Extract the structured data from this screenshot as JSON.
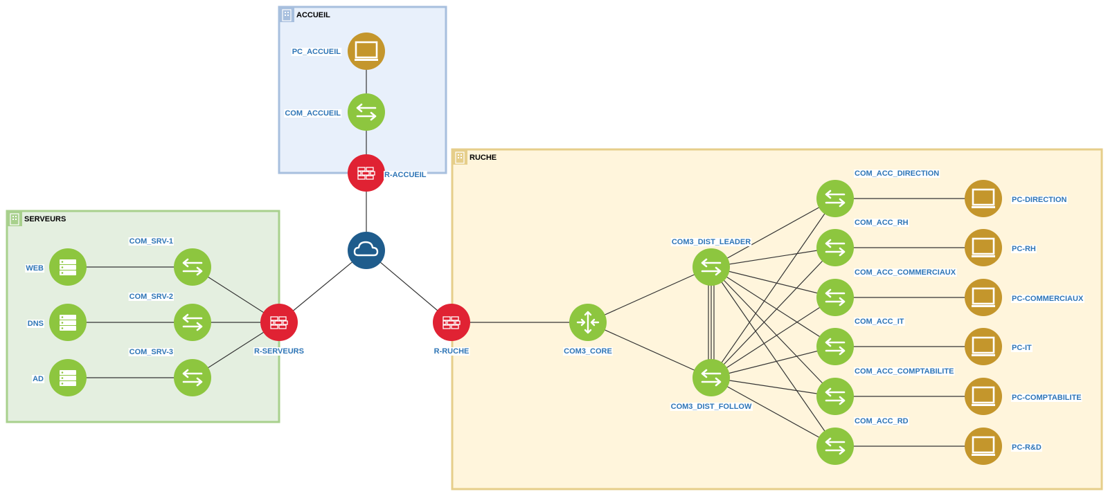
{
  "colors": {
    "switch": "#8dc63f",
    "pc": "#c4962c",
    "router": "#e02233",
    "cloud": "#1f5c8c",
    "label": "#2e75b6",
    "link": "#333333",
    "accueil_fill": "#e8f0fb",
    "accueil_border": "#a7bfde",
    "ruche_fill": "#fff5dc",
    "ruche_border": "#e6ce8a",
    "serveurs_fill": "#e4efe0",
    "serveurs_border": "#a8d08d"
  },
  "groups": {
    "accueil": {
      "title": "ACCUEIL",
      "icon": "building-icon"
    },
    "ruche": {
      "title": "RUCHE",
      "icon": "building-icon"
    },
    "serveurs": {
      "title": "SERVEURS",
      "icon": "building-icon"
    }
  },
  "nodes": {
    "pc_accueil": {
      "label": "PC_ACCUEIL",
      "kind": "pc",
      "icon": "monitor-icon"
    },
    "com_accueil": {
      "label": "COM_ACCUEIL",
      "kind": "switch",
      "icon": "switch-arrows-icon"
    },
    "r_accueil": {
      "label": "R-ACCUEIL",
      "kind": "router",
      "icon": "firewall-icon"
    },
    "cloud": {
      "label": "",
      "kind": "cloud",
      "icon": "cloud-icon"
    },
    "r_serveurs": {
      "label": "R-SERVEURS",
      "kind": "router",
      "icon": "firewall-icon"
    },
    "r_ruche": {
      "label": "R-RUCHE",
      "kind": "router",
      "icon": "firewall-icon"
    },
    "web": {
      "label": "WEB",
      "kind": "server",
      "icon": "server-icon"
    },
    "dns": {
      "label": "DNS",
      "kind": "server",
      "icon": "server-icon"
    },
    "ad": {
      "label": "AD",
      "kind": "server",
      "icon": "server-icon"
    },
    "com_srv_1": {
      "label": "COM_SRV-1",
      "kind": "switch",
      "icon": "switch-arrows-icon"
    },
    "com_srv_2": {
      "label": "COM_SRV-2",
      "kind": "switch",
      "icon": "switch-arrows-icon"
    },
    "com_srv_3": {
      "label": "COM_SRV-3",
      "kind": "switch",
      "icon": "switch-arrows-icon"
    },
    "com3_core": {
      "label": "COM3_CORE",
      "kind": "core",
      "icon": "core-switch-icon"
    },
    "com3_dist_leader": {
      "label": "COM3_DIST_LEADER",
      "kind": "switch",
      "icon": "switch-arrows-icon"
    },
    "com3_dist_follow": {
      "label": "COM3_DIST_FOLLOW",
      "kind": "switch",
      "icon": "switch-arrows-icon"
    },
    "com_acc_direction": {
      "label": "COM_ACC_DIRECTION",
      "kind": "switch",
      "icon": "switch-arrows-icon"
    },
    "com_acc_rh": {
      "label": "COM_ACC_RH",
      "kind": "switch",
      "icon": "switch-arrows-icon"
    },
    "com_acc_commerciaux": {
      "label": "COM_ACC_COMMERCIAUX",
      "kind": "switch",
      "icon": "switch-arrows-icon"
    },
    "com_acc_it": {
      "label": "COM_ACC_IT",
      "kind": "switch",
      "icon": "switch-arrows-icon"
    },
    "com_acc_comptabilite": {
      "label": "COM_ACC_COMPTABILITE",
      "kind": "switch",
      "icon": "switch-arrows-icon"
    },
    "com_acc_rd": {
      "label": "COM_ACC_RD",
      "kind": "switch",
      "icon": "switch-arrows-icon"
    },
    "pc_direction": {
      "label": "PC-DIRECTION",
      "kind": "pc",
      "icon": "monitor-icon"
    },
    "pc_rh": {
      "label": "PC-RH",
      "kind": "pc",
      "icon": "monitor-icon"
    },
    "pc_commerciaux": {
      "label": "PC-COMMERCIAUX",
      "kind": "pc",
      "icon": "monitor-icon"
    },
    "pc_it": {
      "label": "PC-IT",
      "kind": "pc",
      "icon": "monitor-icon"
    },
    "pc_comptabilite": {
      "label": "PC-COMPTABILITE",
      "kind": "pc",
      "icon": "monitor-icon"
    },
    "pc_rd": {
      "label": "PC-R&D",
      "kind": "pc",
      "icon": "monitor-icon"
    }
  },
  "links": [
    [
      "pc_accueil",
      "com_accueil"
    ],
    [
      "com_accueil",
      "r_accueil"
    ],
    [
      "r_accueil",
      "cloud"
    ],
    [
      "cloud",
      "r_serveurs"
    ],
    [
      "cloud",
      "r_ruche"
    ],
    [
      "web",
      "com_srv_1"
    ],
    [
      "dns",
      "com_srv_2"
    ],
    [
      "ad",
      "com_srv_3"
    ],
    [
      "com_srv_1",
      "r_serveurs"
    ],
    [
      "com_srv_2",
      "r_serveurs"
    ],
    [
      "com_srv_3",
      "r_serveurs"
    ],
    [
      "r_ruche",
      "com3_core"
    ],
    [
      "com3_core",
      "com3_dist_leader"
    ],
    [
      "com3_core",
      "com3_dist_follow"
    ],
    [
      "com3_dist_leader",
      "com3_dist_follow"
    ],
    [
      "com3_dist_leader",
      "com_acc_direction"
    ],
    [
      "com3_dist_leader",
      "com_acc_rh"
    ],
    [
      "com3_dist_leader",
      "com_acc_commerciaux"
    ],
    [
      "com3_dist_leader",
      "com_acc_it"
    ],
    [
      "com3_dist_leader",
      "com_acc_comptabilite"
    ],
    [
      "com3_dist_leader",
      "com_acc_rd"
    ],
    [
      "com3_dist_follow",
      "com_acc_direction"
    ],
    [
      "com3_dist_follow",
      "com_acc_rh"
    ],
    [
      "com3_dist_follow",
      "com_acc_commerciaux"
    ],
    [
      "com3_dist_follow",
      "com_acc_it"
    ],
    [
      "com3_dist_follow",
      "com_acc_comptabilite"
    ],
    [
      "com3_dist_follow",
      "com_acc_rd"
    ],
    [
      "com_acc_direction",
      "pc_direction"
    ],
    [
      "com_acc_rh",
      "pc_rh"
    ],
    [
      "com_acc_commerciaux",
      "pc_commerciaux"
    ],
    [
      "com_acc_it",
      "pc_it"
    ],
    [
      "com_acc_comptabilite",
      "pc_comptabilite"
    ],
    [
      "com_acc_rd",
      "pc_rd"
    ]
  ]
}
